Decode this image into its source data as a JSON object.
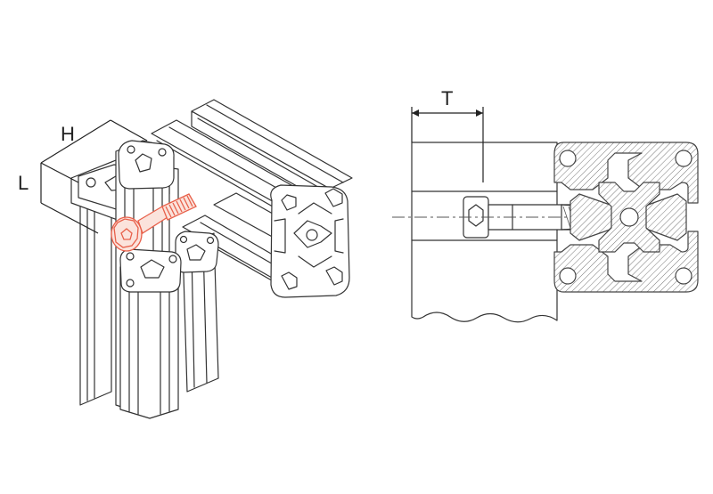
{
  "dimensions": {
    "height_label": "H",
    "length_label": "L",
    "thickness_label": "T"
  },
  "colors": {
    "line": "#333333",
    "bolt_highlight": "#e8604a",
    "background": "#ffffff"
  }
}
